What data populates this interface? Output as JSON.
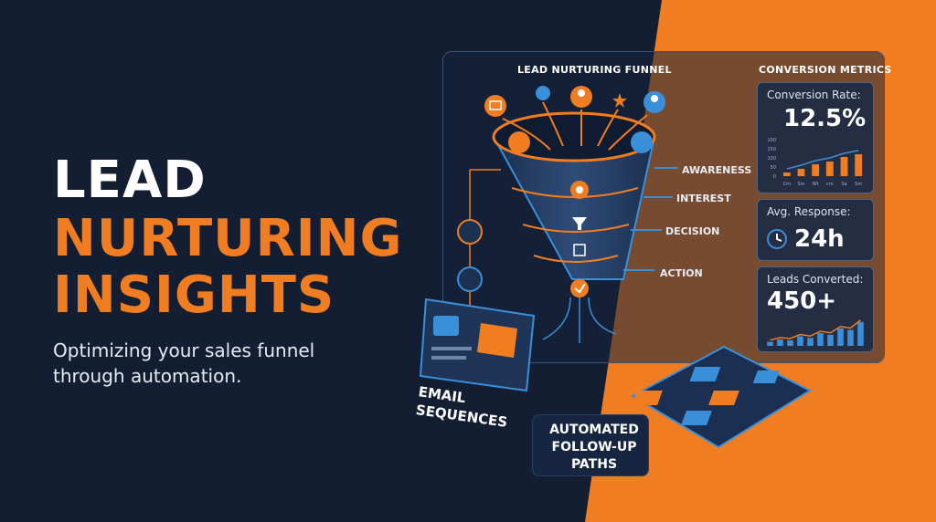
{
  "hero": {
    "headline_line1": "LEAD",
    "headline_line2": "NURTURING",
    "headline_line3": "INSIGHTS",
    "subtitle": "Optimizing your sales funnel through automation."
  },
  "funnel": {
    "title": "LEAD NURTURING FUNNEL",
    "stages": [
      "AWARENESS",
      "INTEREST",
      "DECISION",
      "ACTION"
    ],
    "input_icons": [
      "email-icon",
      "search-icon",
      "user-icon",
      "sparkle-icon",
      "user-check-icon",
      "link-icon"
    ]
  },
  "metrics": {
    "title": "CONVERSION METRICS",
    "conversion_rate": {
      "label": "Conversion Rate:",
      "value": "12.5%",
      "chart": {
        "type": "bar",
        "y_ticks": [
          "200",
          "150",
          "100",
          "50",
          "0"
        ],
        "categories": [
          "Cm",
          "Sm",
          "Wt",
          "cm",
          "Sa",
          "Sm"
        ],
        "values": [
          20,
          40,
          65,
          80,
          105,
          120
        ],
        "ylim": [
          0,
          200
        ]
      }
    },
    "avg_response": {
      "label": "Avg. Response:",
      "value": "24h"
    },
    "leads_converted": {
      "label": "Leads Converted:",
      "value": "450+",
      "chart": {
        "type": "bar",
        "values": [
          5,
          8,
          7,
          12,
          10,
          16,
          14,
          22,
          20,
          30
        ],
        "ylim": [
          0,
          32
        ]
      }
    }
  },
  "sections": {
    "email_label": "EMAIL\nSEQUENCES",
    "followup_label": "AUTOMATED\nFOLLOW-UP\nPATHS"
  },
  "colors": {
    "background": "#141e33",
    "accent_orange": "#f07d22",
    "accent_blue": "#3a8fd9",
    "panel_border": "#3c5273"
  }
}
